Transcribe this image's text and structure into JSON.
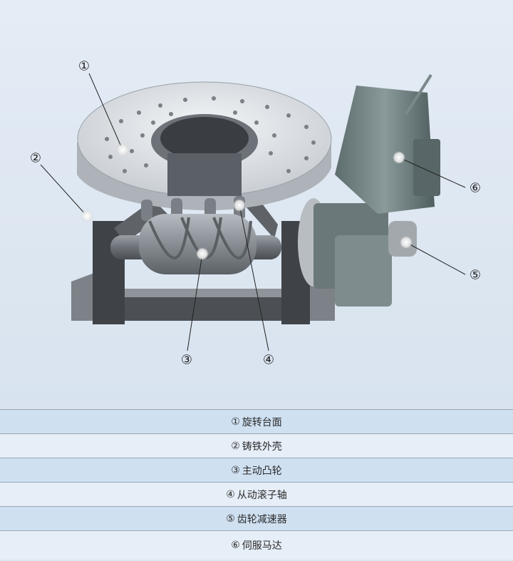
{
  "callouts": [
    {
      "number": "①"
    },
    {
      "number": "②"
    },
    {
      "number": "③"
    },
    {
      "number": "④"
    },
    {
      "number": "⑤"
    },
    {
      "number": "⑥"
    }
  ],
  "legend": [
    {
      "number": "①",
      "label": "旋转台面"
    },
    {
      "number": "②",
      "label": "铸铁外壳"
    },
    {
      "number": "③",
      "label": "主动凸轮"
    },
    {
      "number": "④",
      "label": "从动滚子轴"
    },
    {
      "number": "⑤",
      "label": "齿轮减速器"
    },
    {
      "number": "⑥",
      "label": "伺服马达"
    }
  ],
  "colors": {
    "row_odd": "#cfe0f1",
    "row_even": "#e6eef7",
    "leader": "#222222"
  }
}
